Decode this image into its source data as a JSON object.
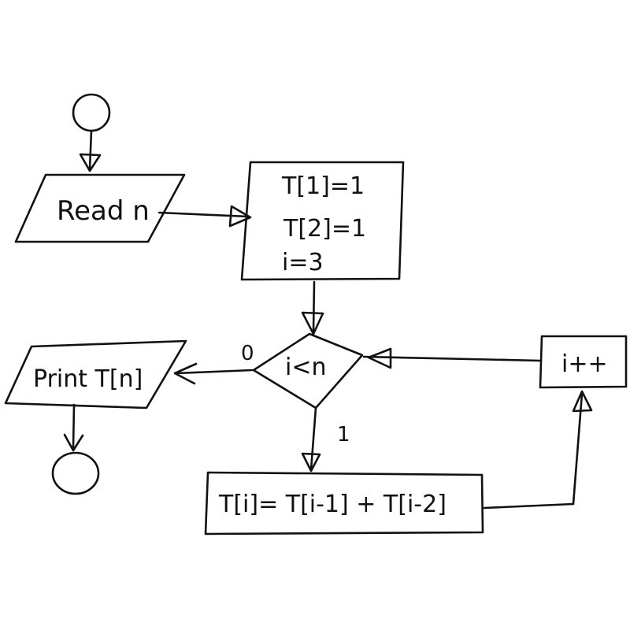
{
  "nodes": {
    "read": "Read n",
    "init": [
      "T[1]=1",
      "T[2]=1",
      "i=3"
    ],
    "condition": "i<n",
    "print": "Print T[n]",
    "compute": "T[i]= T[i-1] + T[i-2]",
    "increment": "i++"
  },
  "edges": {
    "false_label": "0",
    "true_label": "1"
  },
  "colors": {
    "ink": "#111111",
    "background": "#ffffff"
  }
}
